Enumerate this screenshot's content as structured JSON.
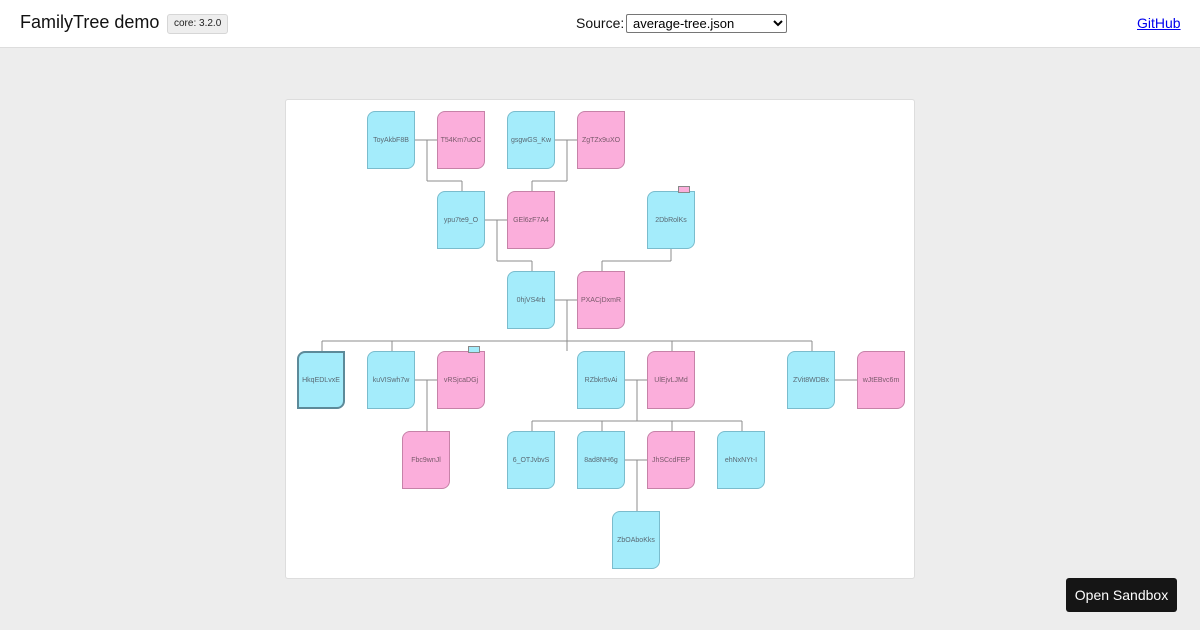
{
  "header": {
    "title": "FamilyTree demo",
    "version_badge": "core: 3.2.0",
    "source_label": "Source:",
    "source_options": [
      "average-tree.json"
    ],
    "github_label": "GitHub"
  },
  "tree": {
    "persons": [
      {
        "id": "p1",
        "name": "ToyAkbF8B",
        "gender": "male"
      },
      {
        "id": "p2",
        "name": "T54Km7uOC",
        "gender": "female"
      },
      {
        "id": "p3",
        "name": "gsgwGS_Kw",
        "gender": "male"
      },
      {
        "id": "p4",
        "name": "ZgTZx9uXO",
        "gender": "female"
      },
      {
        "id": "p5",
        "name": "ypu7te9_O",
        "gender": "male"
      },
      {
        "id": "p6",
        "name": "GEl6zF7A4",
        "gender": "female"
      },
      {
        "id": "p7",
        "name": "2DbRolKs",
        "gender": "male",
        "tag": "female"
      },
      {
        "id": "p8",
        "name": "0hjVS4rb",
        "gender": "male"
      },
      {
        "id": "p9",
        "name": "PXACjDxmR",
        "gender": "female"
      },
      {
        "id": "p10",
        "name": "HkqEDLvxE",
        "gender": "male",
        "selected": true
      },
      {
        "id": "p11",
        "name": "kuVISwh7w",
        "gender": "male"
      },
      {
        "id": "p12",
        "name": "vRSjcaDGj",
        "gender": "female",
        "tag": "male"
      },
      {
        "id": "p13",
        "name": "RZbkr5vAi",
        "gender": "male"
      },
      {
        "id": "p14",
        "name": "UlEjvLJMd",
        "gender": "female"
      },
      {
        "id": "p15",
        "name": "ZVit8WDBx",
        "gender": "male"
      },
      {
        "id": "p16",
        "name": "wJtEBvc6m",
        "gender": "female"
      },
      {
        "id": "p17",
        "name": "Fbc9wnJl",
        "gender": "female"
      },
      {
        "id": "p18",
        "name": "6_OTJvbvS",
        "gender": "male"
      },
      {
        "id": "p19",
        "name": "8ad8NH6g",
        "gender": "male"
      },
      {
        "id": "p20",
        "name": "JhSCcdFEP",
        "gender": "female"
      },
      {
        "id": "p21",
        "name": "ehNxNYt-I",
        "gender": "male"
      },
      {
        "id": "p22",
        "name": "ZbOAboKks",
        "gender": "male"
      }
    ]
  },
  "sandbox_button": "Open Sandbox",
  "colors": {
    "male_card": "#a4ecfb",
    "female_card": "#fbaedb",
    "link_line": "#8c8c8c",
    "page_background": "#ededed",
    "button_background": "#151515"
  }
}
